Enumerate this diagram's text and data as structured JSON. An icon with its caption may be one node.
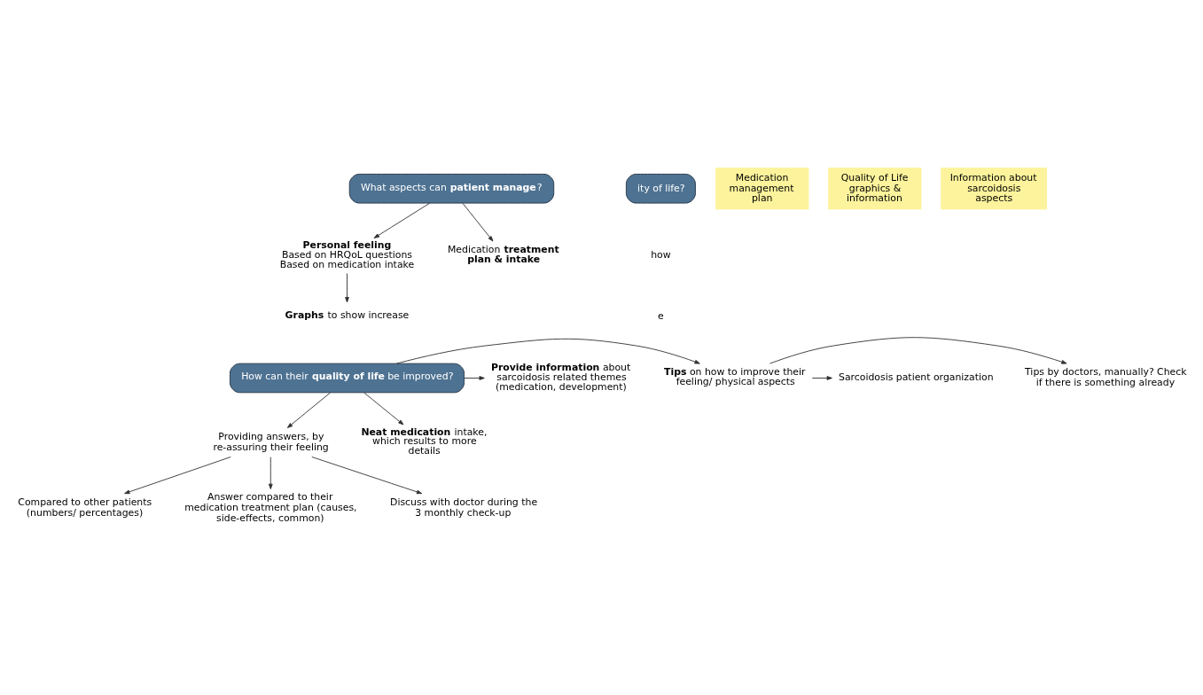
{
  "diagram": {
    "nodes": [
      {
        "text": [
          "What aspects can **patient manage**?"
        ]
      },
      {
        "text": [
          "**Personal feeling**",
          "Based on HRQoL questions",
          "Based on medication intake"
        ]
      },
      {
        "text": [
          "Medication **treatment plan & intake**"
        ]
      },
      {
        "text": [
          "**Graphs** to show increase"
        ]
      },
      {
        "text": [
          "How can their **quality of life** be improved?"
        ]
      },
      {
        "text": [
          "**Provide information** about sarcoidosis related themes (medication, development)"
        ]
      },
      {
        "text": [
          "**Tips** on how to improve their feeling/ physical aspects"
        ]
      },
      {
        "text": [
          "Sarcoidosis patient organization"
        ]
      },
      {
        "text": [
          "Tips by doctors, manually? Check if there is something already"
        ]
      },
      {
        "text": [
          "Providing answers, by re-assuring their feeling"
        ]
      },
      {
        "text": [
          "**Neat medication** intake, which results to more details"
        ]
      },
      {
        "text": [
          "Compared to other patients (numbers/ percentages)"
        ]
      },
      {
        "text": [
          "Answer compared to their medication treatment plan (causes, side-effects, common)"
        ]
      },
      {
        "text": [
          "Discuss with doctor during the 3 monthly check-up"
        ]
      },
      {
        "text": [
          "ity of life?"
        ]
      },
      {
        "text": [
          "Medication management plan"
        ]
      },
      {
        "text": [
          "Quality of Life graphics & information"
        ]
      },
      {
        "text": [
          "Information about sarcoidosis aspects"
        ]
      }
    ],
    "edges": [
      {
        "from": 0,
        "to": 1,
        "arrow": "to"
      },
      {
        "from": 0,
        "to": 2,
        "arrow": "to"
      },
      {
        "from": 1,
        "to": 3,
        "arrow": "to"
      },
      {
        "from": 4,
        "to": 5,
        "arrow": "to"
      },
      {
        "from": 4,
        "to": 6,
        "arrow": "to"
      },
      {
        "from": 6,
        "to": 7,
        "arrow": "to"
      },
      {
        "from": 6,
        "to": 8,
        "arrow": "to"
      },
      {
        "from": 4,
        "to": 9,
        "arrow": "to"
      },
      {
        "from": 4,
        "to": 10,
        "arrow": "to"
      },
      {
        "from": 9,
        "to": 11,
        "arrow": "to"
      },
      {
        "from": 9,
        "to": 12,
        "arrow": "to"
      },
      {
        "from": 9,
        "to": 13,
        "arrow": "to"
      }
    ],
    "labels": [
      "how",
      "e"
    ]
  }
}
